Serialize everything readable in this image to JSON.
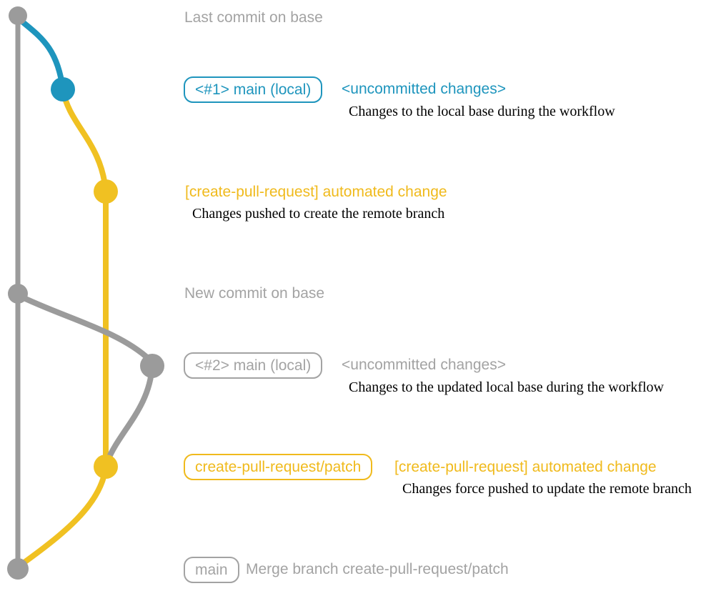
{
  "colors": {
    "gray": "#9b9b9b",
    "gray_text": "#a3a3a3",
    "blue": "#1e95bd",
    "yellow": "#f0c122",
    "yellow_text": "#f0ba1c",
    "description": "#1a1a1a"
  },
  "rows": {
    "last_commit": {
      "label": "Last commit on base"
    },
    "local1": {
      "branch_label": "<#1> main (local)",
      "status": "<uncommitted changes>",
      "description": "Changes to the local base during the workflow"
    },
    "push1": {
      "message": "[create-pull-request] automated change",
      "description": "Changes pushed to create the remote branch"
    },
    "new_commit": {
      "label": "New commit on base"
    },
    "local2": {
      "branch_label": "<#2> main (local)",
      "status": "<uncommitted changes>",
      "description": "Changes to the updated local base during the workflow"
    },
    "push2": {
      "branch_label": "create-pull-request/patch",
      "message": "[create-pull-request] automated change",
      "description": "Changes force pushed to update the remote branch"
    },
    "merge": {
      "branch_label": "main",
      "message": "Merge branch create-pull-request/patch"
    }
  }
}
